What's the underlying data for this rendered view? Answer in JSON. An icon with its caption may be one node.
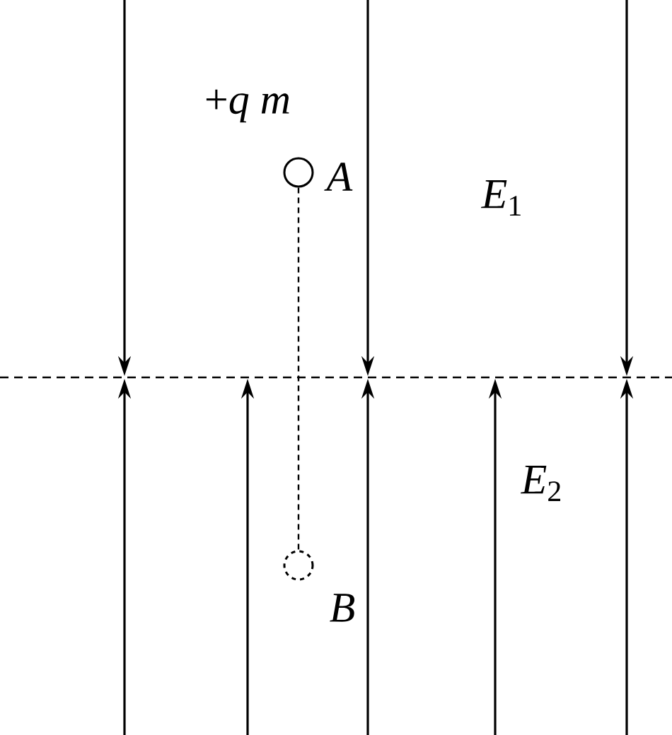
{
  "diagram": {
    "nodes": [
      {
        "text": [],
        "shape": "circle",
        "beside": [
          "*A*"
        ]
      },
      {
        "text": [],
        "shape": "circle",
        "beside": [
          "*B*"
        ]
      }
    ],
    "edges": [
      {
        "from": 0,
        "to": 1,
        "arrow": "none",
        "style": "dashed"
      }
    ],
    "labels": [
      "+*q* *m*",
      "*E*$_{1}$",
      "*E*$_{2}$"
    ]
  }
}
